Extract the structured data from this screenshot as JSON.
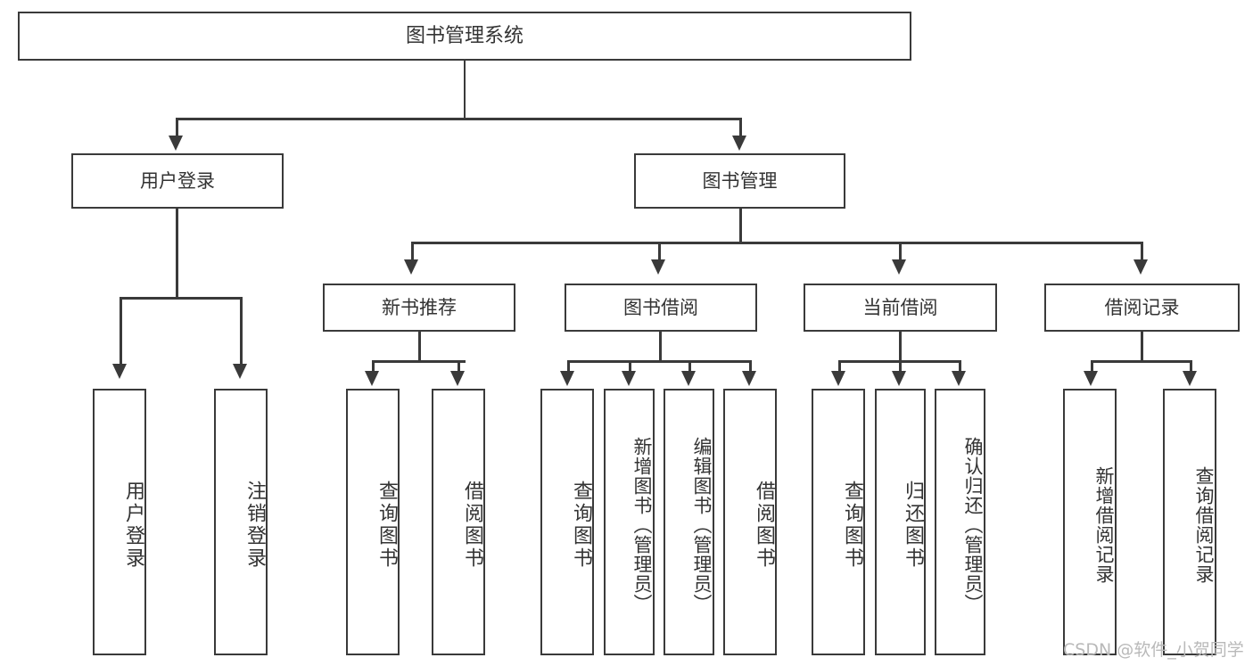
{
  "diagram": {
    "type": "tree-hierarchy-diagram",
    "title": "图书管理系统",
    "root": {
      "label": "图书管理系统"
    },
    "level2": [
      {
        "id": "user-login",
        "label": "用户登录"
      },
      {
        "id": "book-manage",
        "label": "图书管理"
      }
    ],
    "level3": [
      {
        "id": "new-book-recommend",
        "label": "新书推荐",
        "parent": "book-manage"
      },
      {
        "id": "book-borrow",
        "label": "图书借阅",
        "parent": "book-manage"
      },
      {
        "id": "current-borrow",
        "label": "当前借阅",
        "parent": "book-manage"
      },
      {
        "id": "borrow-record",
        "label": "借阅记录",
        "parent": "book-manage"
      }
    ],
    "leaves": [
      {
        "id": "leaf-user-login",
        "label": "用户登录",
        "parent": "user-login"
      },
      {
        "id": "leaf-logout-login",
        "label": "注销登录",
        "parent": "user-login"
      },
      {
        "id": "leaf-query-book-1",
        "label": "查询图书",
        "parent": "new-book-recommend"
      },
      {
        "id": "leaf-borrow-book-1",
        "label": "借阅图书",
        "parent": "new-book-recommend"
      },
      {
        "id": "leaf-query-book-2",
        "label": "查询图书",
        "parent": "book-borrow"
      },
      {
        "id": "leaf-add-book",
        "label": "新增图书（管理员）",
        "parent": "book-borrow"
      },
      {
        "id": "leaf-edit-book",
        "label": "编辑图书（管理员）",
        "parent": "book-borrow"
      },
      {
        "id": "leaf-borrow-book-2",
        "label": "借阅图书",
        "parent": "book-borrow"
      },
      {
        "id": "leaf-query-book-3",
        "label": "查询图书",
        "parent": "current-borrow"
      },
      {
        "id": "leaf-return-book",
        "label": "归还图书",
        "parent": "current-borrow"
      },
      {
        "id": "leaf-confirm-return",
        "label": "确认归还（管理员）",
        "parent": "current-borrow"
      },
      {
        "id": "leaf-add-record",
        "label": "新增借阅记录",
        "parent": "borrow-record"
      },
      {
        "id": "leaf-query-record",
        "label": "查询借阅记录",
        "parent": "borrow-record"
      }
    ],
    "watermark": "CSDN @软件_小贺同学",
    "colors": {
      "border": "#3a3a3a",
      "text": "#333333",
      "background": "#ffffff",
      "watermark": "#b9b9b9"
    }
  }
}
